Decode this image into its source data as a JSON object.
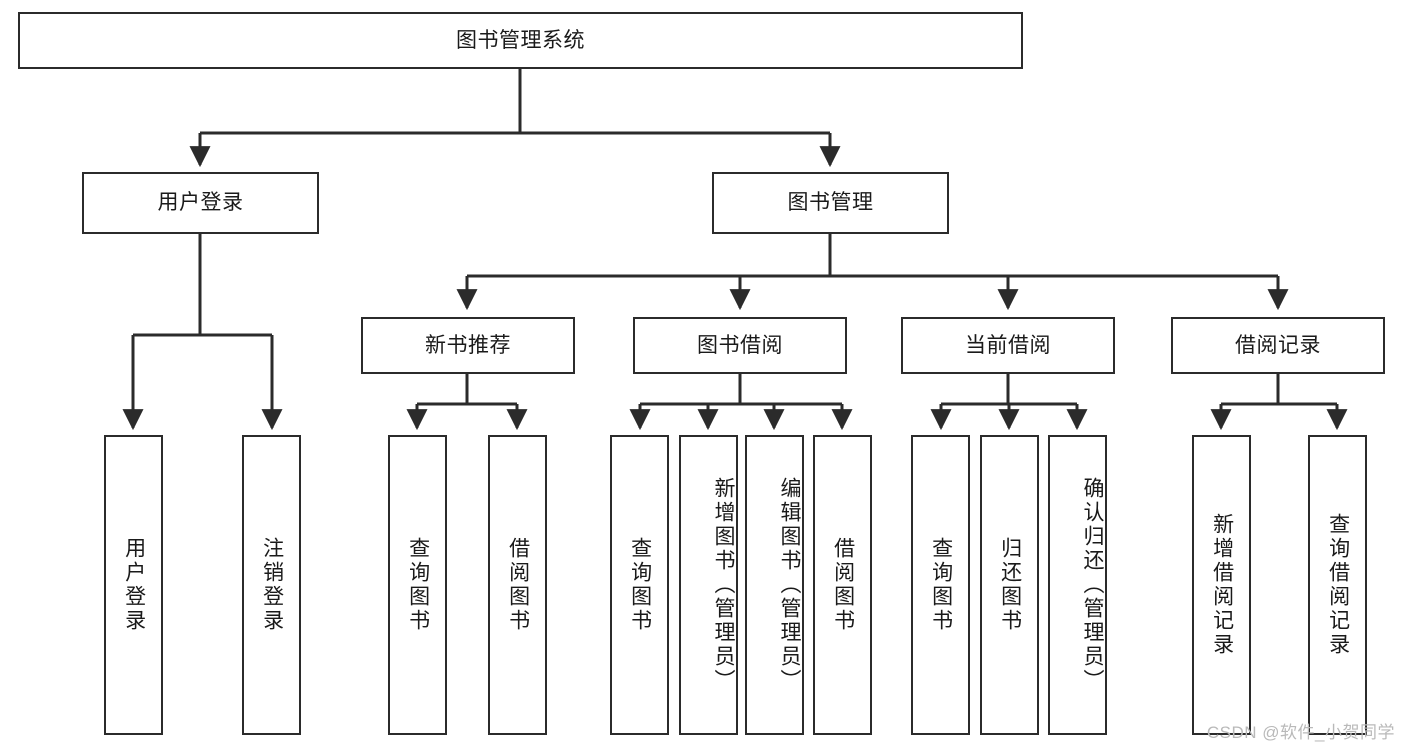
{
  "diagram": {
    "type": "tree",
    "title": "图书管理系统",
    "root": {
      "label": "图书管理系统"
    },
    "level2": [
      {
        "label": "用户登录"
      },
      {
        "label": "图书管理"
      }
    ],
    "level3": [
      {
        "label": "新书推荐"
      },
      {
        "label": "图书借阅"
      },
      {
        "label": "当前借阅"
      },
      {
        "label": "借阅记录"
      }
    ],
    "leaves": {
      "user_login": [
        {
          "label": "用户登录"
        },
        {
          "label": "注销登录"
        }
      ],
      "new_book": [
        {
          "label": "查询图书"
        },
        {
          "label": "借阅图书"
        }
      ],
      "borrow_book": [
        {
          "label": "查询图书"
        },
        {
          "label": "新增图书（管理员）"
        },
        {
          "label": "编辑图书（管理员）"
        },
        {
          "label": "借阅图书"
        }
      ],
      "current_borrow": [
        {
          "label": "查询图书"
        },
        {
          "label": "归还图书"
        },
        {
          "label": "确认归还（管理员）"
        }
      ],
      "borrow_record": [
        {
          "label": "新增借阅记录"
        },
        {
          "label": "查询借阅记录"
        }
      ]
    }
  },
  "watermark": {
    "text": "CSDN @软件_小贺同学"
  },
  "colors": {
    "stroke": "#2b2b2b",
    "fill": "#ffffff",
    "text": "#1a1a1a",
    "watermark": "#b9b9b9"
  }
}
